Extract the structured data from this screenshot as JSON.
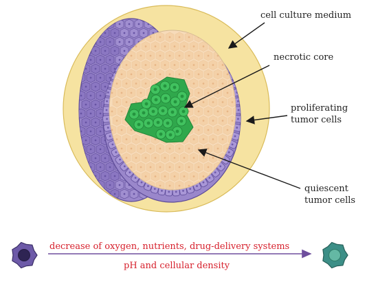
{
  "labels": {
    "cell_culture_medium": "cell culture medium",
    "necrotic_core": "necrotic core",
    "proliferating_line1": "proliferating",
    "proliferating_line2": "tumor cells",
    "quiescent_line1": "quiescent",
    "quiescent_line2": "tumor cells"
  },
  "gradient": {
    "line1": "decrease of  oxygen, nutrients,  drug-delivery systems",
    "line2": "pH and  cellular density"
  },
  "colors": {
    "medium": "#f6e3a1",
    "medium_stroke": "#d9bb59",
    "proliferating": "#9a87cb",
    "proliferating_dark": "#5d4b98",
    "quiescent": "#f7dbb9",
    "quiescent_cell": "#f3c99b",
    "necrotic": "#30a84c",
    "necrotic_light": "#41c25f",
    "red_text": "#d61f2b",
    "arrow": "#6e4e9d"
  },
  "icons": {
    "left_cell": "purple-tumor-cell-icon",
    "right_cell": "green-tumor-cell-icon"
  }
}
